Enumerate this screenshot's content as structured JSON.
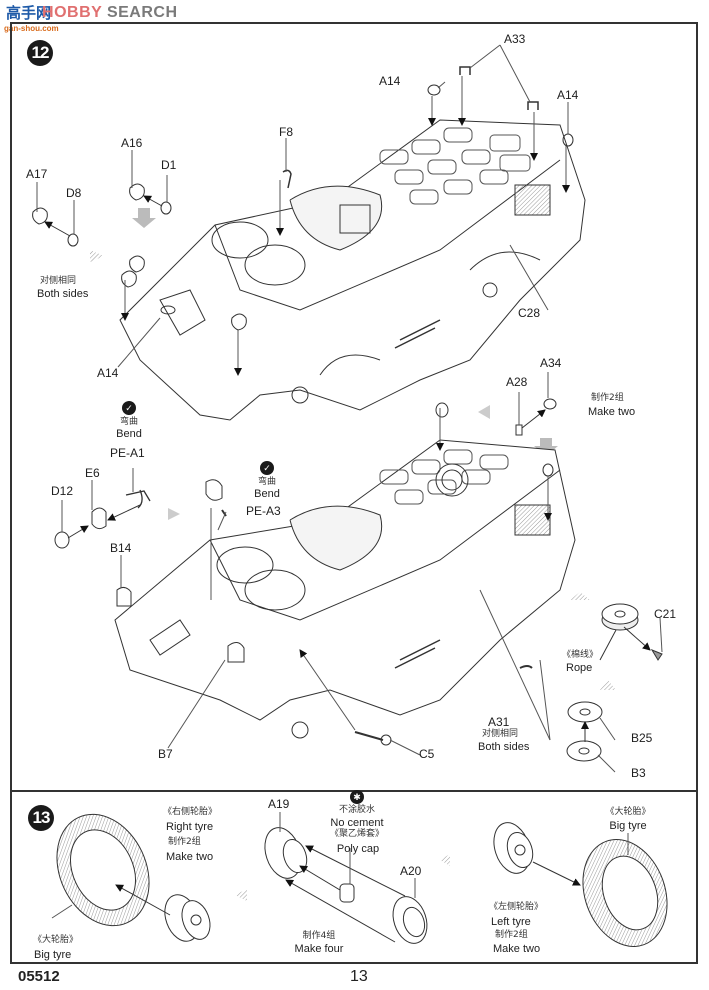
{
  "watermark": {
    "logo": "高手网",
    "brand_prefix": "H",
    "brand_highlight": "OBBY",
    "brand_suffix": " SEARCH",
    "url": "gan-shou.com"
  },
  "steps": [
    {
      "number": "12",
      "parts": {
        "a17": "A17",
        "d8": "D8",
        "a16": "A16",
        "d1": "D1",
        "f8": "F8",
        "a14_top": "A14",
        "a33": "A33",
        "a14_right": "A14",
        "c28": "C28",
        "a14_left": "A14",
        "a28": "A28",
        "a34": "A34",
        "pe_a1": "PE-A1",
        "e6": "E6",
        "d12": "D12",
        "b14": "B14",
        "pe_a3": "PE-A3",
        "b7": "B7",
        "c5": "C5",
        "a31": "A31",
        "c21": "C21",
        "b25": "B25",
        "b3": "B3"
      },
      "notes": {
        "both_sides_left_cn": "对侧相同",
        "both_sides_left_en": "Both sides",
        "make_two_cn": "制作2组",
        "make_two_en": "Make two",
        "bend1_cn": "弯曲",
        "bend1_en": "Bend",
        "bend2_cn": "弯曲",
        "bend2_en": "Bend",
        "a31_cn": "对侧相同",
        "a31_en": "Both sides",
        "rope_cn": "《棉线》",
        "rope_en": "Rope"
      }
    },
    {
      "number": "13",
      "parts": {
        "a19": "A19",
        "a20": "A20"
      },
      "notes": {
        "right_tyre_cn": "《右侧轮胎》",
        "right_tyre_en": "Right tyre",
        "right_make_cn": "制作2组",
        "right_make_en": "Make two",
        "big_tyre_left_cn": "《大轮胎》",
        "big_tyre_left_en": "Big tyre",
        "no_cement_cn": "不涂胶水",
        "no_cement_en": "No cement",
        "poly_cap_cn": "《聚乙烯套》",
        "poly_cap_en": "Poly cap",
        "make_four_cn": "制作4组",
        "make_four_en": "Make four",
        "big_tyre_right_cn": "《大轮胎》",
        "big_tyre_right_en": "Big tyre",
        "left_tyre_cn": "《左侧轮胎》",
        "left_tyre_en": "Left  tyre",
        "left_make_cn": "制作2组",
        "left_make_en": "Make two"
      }
    }
  ],
  "footer": {
    "product_code": "05512",
    "page_number": "13"
  },
  "icons": {
    "bend": "✓",
    "no_cement": "✱"
  }
}
